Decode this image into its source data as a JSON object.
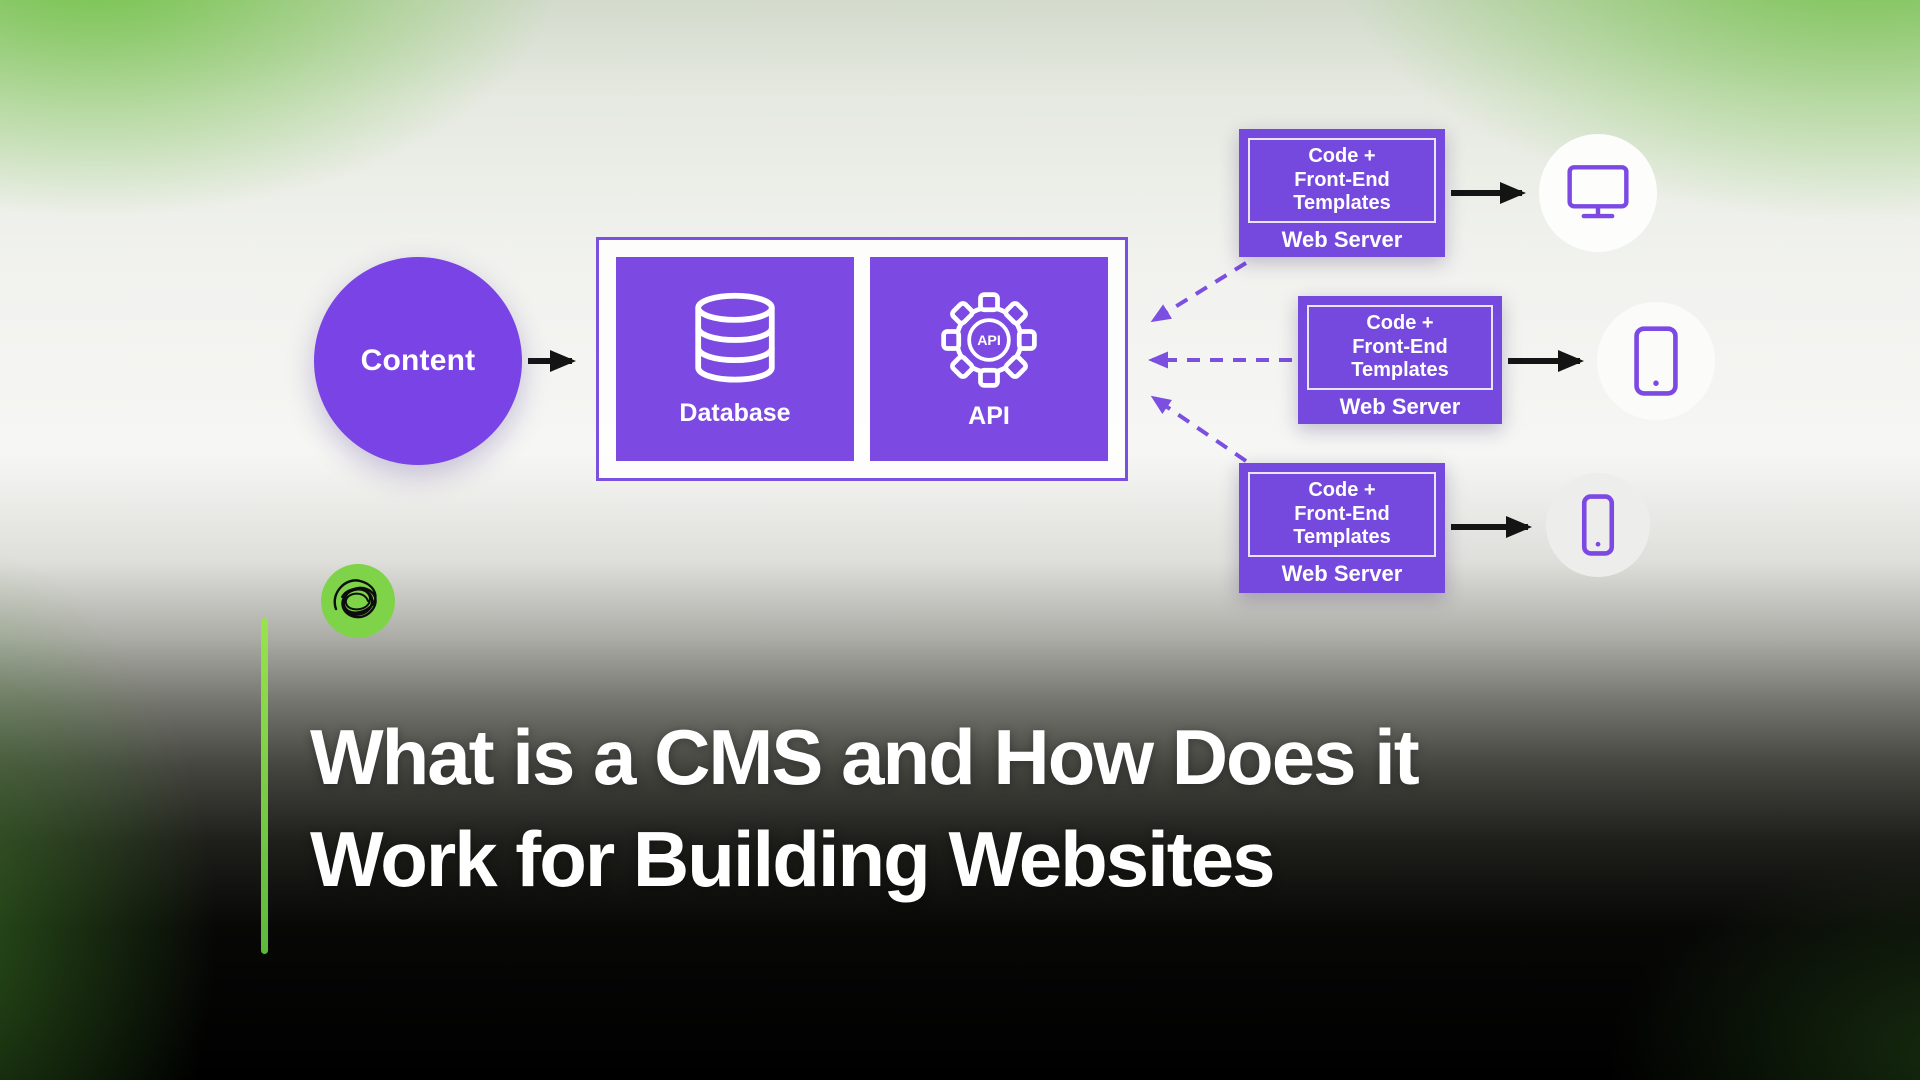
{
  "title": {
    "line1": "What is a CMS and How Does it",
    "line2": "Work for Building Websites"
  },
  "diagram": {
    "content": {
      "label": "Content"
    },
    "cms_box": {
      "database_label": "Database",
      "api_label": "API",
      "api_gear_text": "API"
    },
    "web_servers": [
      {
        "code_text": "Code +\nFront-End\nTemplates",
        "label": "Web Server",
        "device": "desktop-icon"
      },
      {
        "code_text": "Code +\nFront-End\nTemplates",
        "label": "Web Server",
        "device": "tablet-icon"
      },
      {
        "code_text": "Code +\nFront-End\nTemplates",
        "label": "Web Server",
        "device": "phone-icon"
      }
    ]
  },
  "colors": {
    "purple": "#7b4fe0",
    "purple_fill": "#7c4ae3",
    "green_accent": "#7ed348",
    "arrow_black": "#141414",
    "text_white": "#ffffff"
  }
}
